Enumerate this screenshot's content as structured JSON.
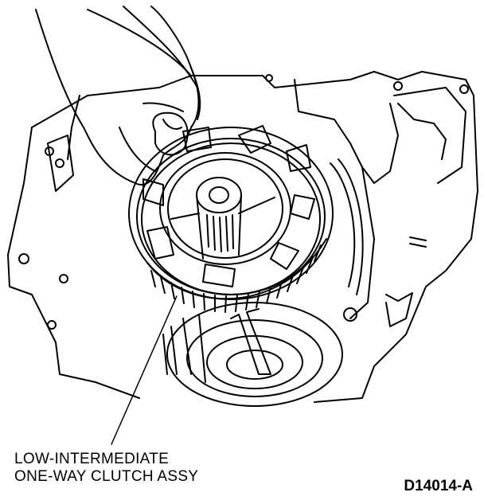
{
  "figure": {
    "callout_line_1": "LOW-INTERMEDIATE",
    "callout_line_2": "ONE-WAY CLUTCH ASSY",
    "figure_code": "D14014-A"
  },
  "colors": {
    "ink": "#000000",
    "paper": "#ffffff"
  },
  "icons": [
    "hand-illustration",
    "one-way-clutch-assembly",
    "transmission-case",
    "leader-line"
  ]
}
